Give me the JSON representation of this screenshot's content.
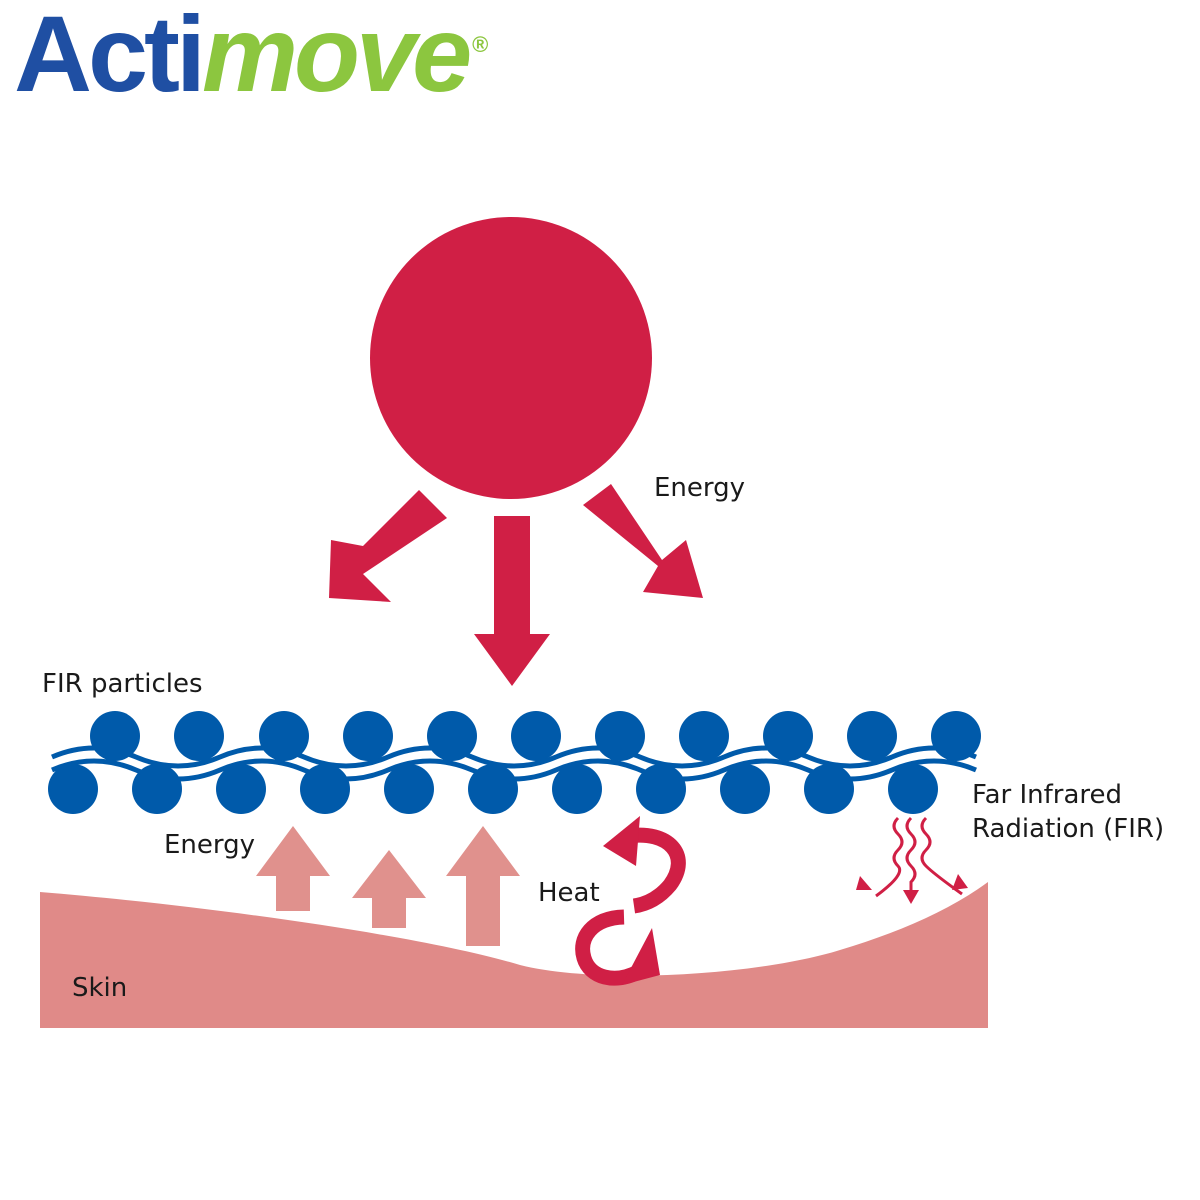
{
  "logo": {
    "part1": "Acti",
    "part2": "move",
    "registered": "®"
  },
  "labels": {
    "energy_top": "Energy",
    "fir_particles": "FIR particles",
    "energy_bottom": "Energy",
    "heat": "Heat",
    "far_infrared_line1": "Far Infrared",
    "far_infrared_line2": "Radiation (FIR)",
    "skin": "Skin"
  },
  "colors": {
    "logo_blue": "#1f4fa3",
    "logo_green": "#8cc63f",
    "sun_red": "#d01f45",
    "particle_blue": "#005aaa",
    "skin_pink": "#e08a88",
    "arrow_pink": "#e0918d"
  }
}
